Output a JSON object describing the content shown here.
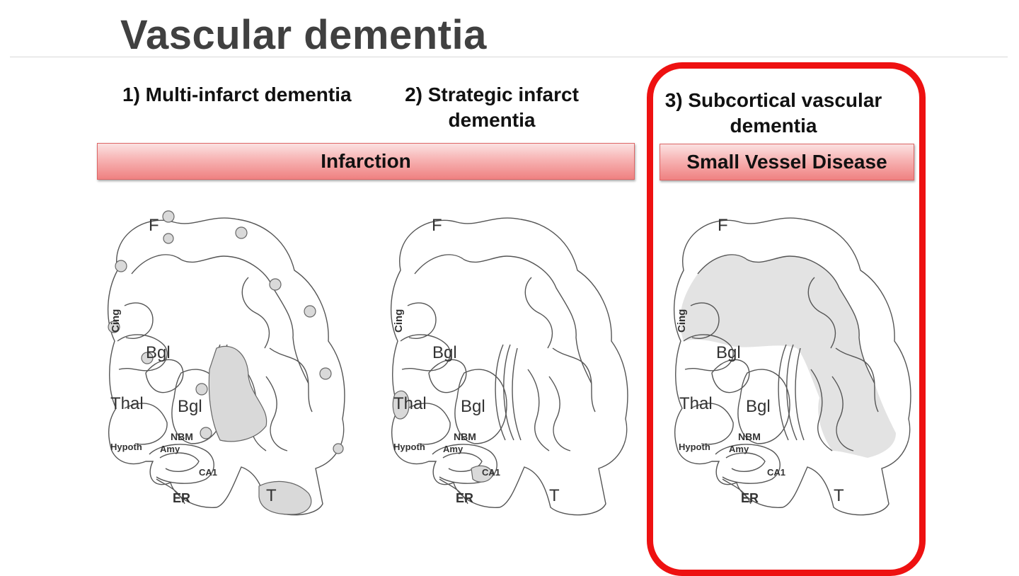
{
  "title": "Vascular dementia",
  "categories": [
    {
      "label": "1) Multi-infarct dementia"
    },
    {
      "label": "2) Strategic infarct dementia"
    },
    {
      "label": "3) Subcortical vascular dementia"
    }
  ],
  "bars": {
    "infarction": "Infarction",
    "small_vessel": "Small Vessel Disease"
  },
  "highlight_color": "#ee1111",
  "brain_labels": {
    "frontal": "F",
    "cingulate": "Cing",
    "basal_ganglia_upper": "Bgl",
    "thalamus": "Thal",
    "basal_ganglia_lower": "Bgl",
    "nbm": "NBM",
    "hypothalamus": "Hypoth",
    "amygdala": "Amy",
    "ca1": "CA1",
    "entorhinal": "ER",
    "temporal": "T"
  }
}
